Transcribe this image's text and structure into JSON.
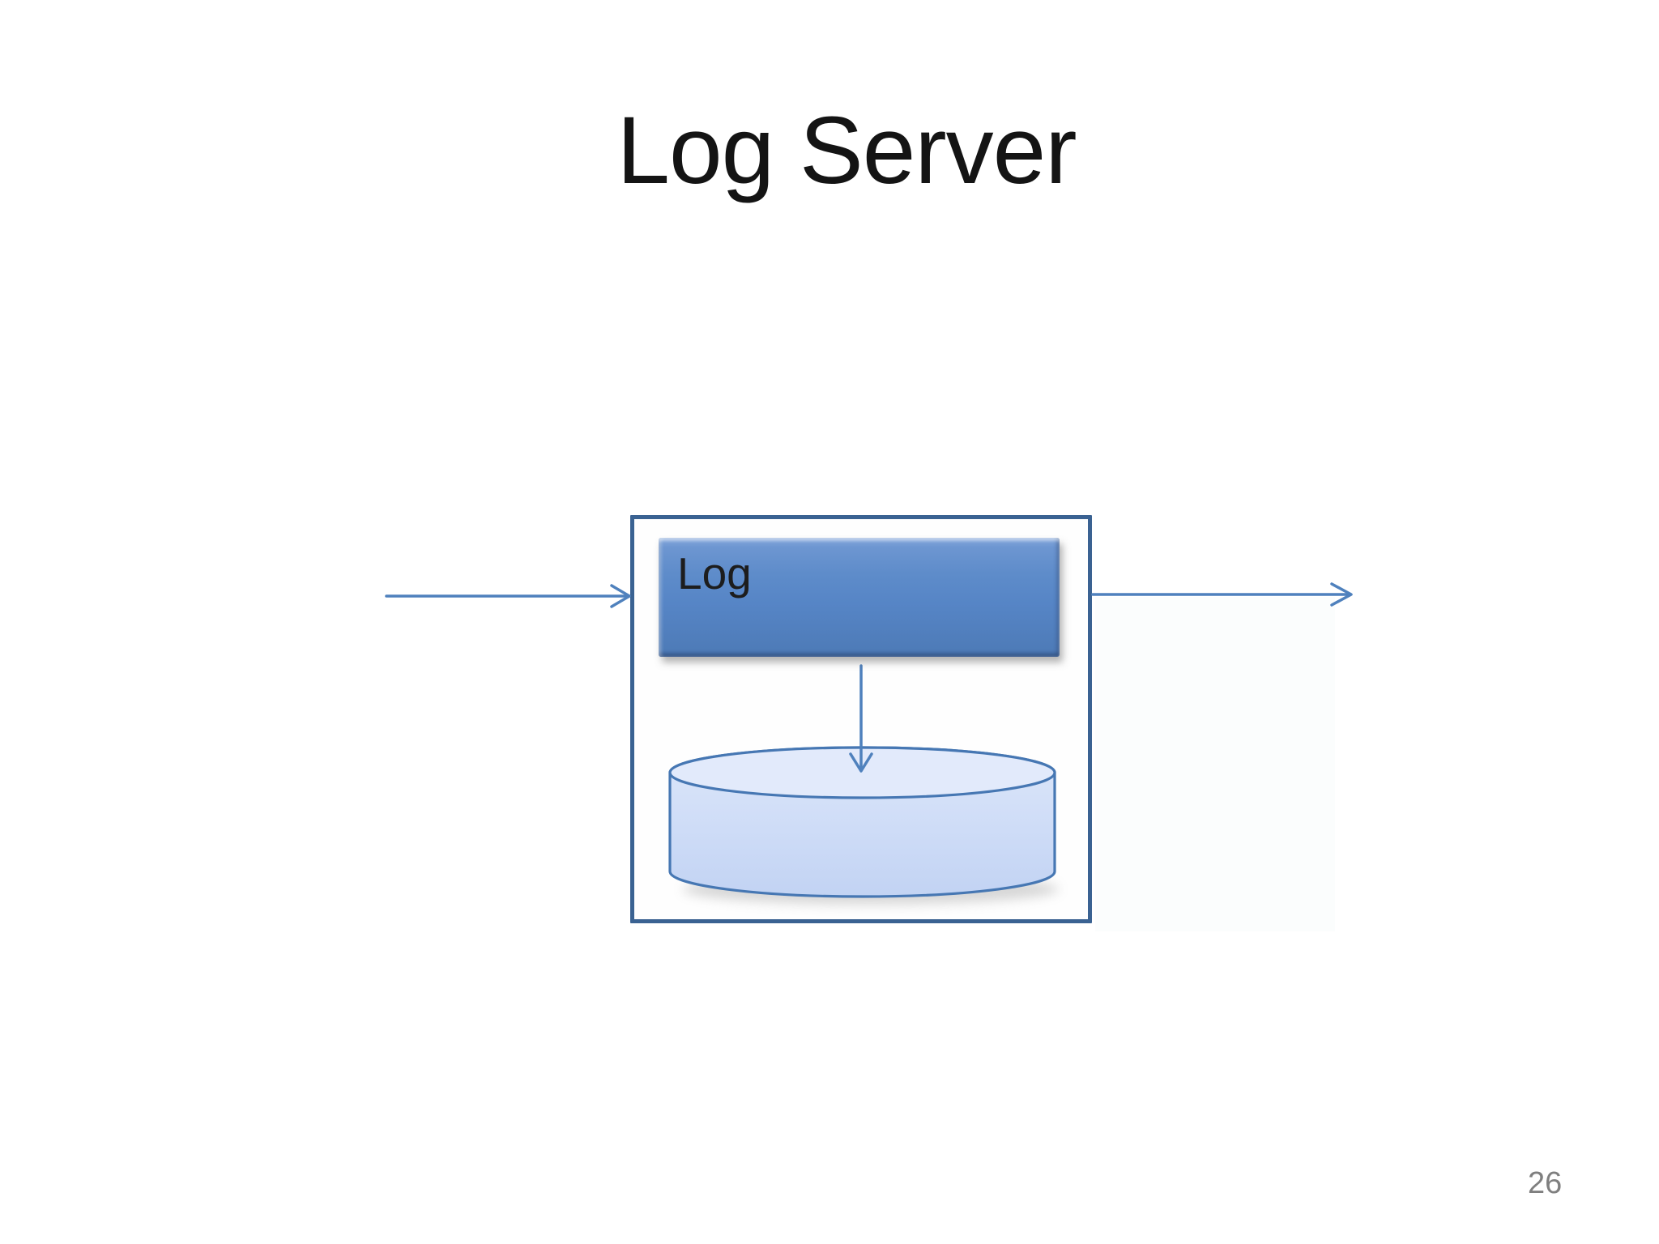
{
  "slide": {
    "title": "Log Server",
    "page_number": "26"
  },
  "diagram": {
    "server_box": {
      "process_label": "Log"
    },
    "icons": {
      "storage_shape": "database-cylinder-icon",
      "arrow_shapes": [
        "input-arrow",
        "store-arrow",
        "output-arrow"
      ]
    },
    "colors": {
      "server_box_border": "#3a6292",
      "arrow": "#4f81bd",
      "process_fill_top": "#86a9dc",
      "process_fill_bottom": "#4d7ab6",
      "cylinder_fill_top": "#dde7fa",
      "cylinder_fill_bottom": "#c2d3f3",
      "cylinder_stroke": "#4677b3",
      "title_text": "#141414",
      "page_number_text": "#7f7f7f"
    }
  }
}
